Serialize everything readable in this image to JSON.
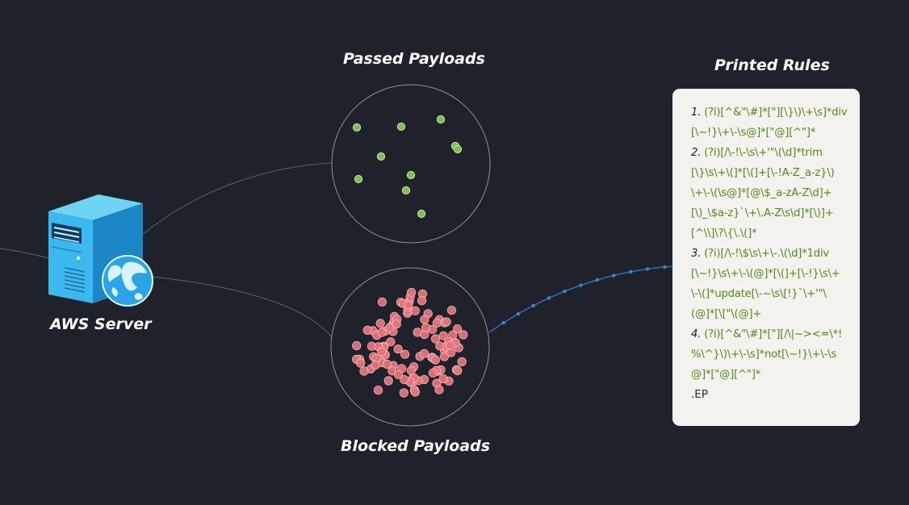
{
  "labels": {
    "passed": "Passed Payloads",
    "blocked": "Blocked Payloads",
    "rules_title": "Printed Rules",
    "server": "AWS Server"
  },
  "rules": [
    {
      "num": "1.",
      "first": "(?i)[^&\"\\#]*[\"][\\}\\)\\+\\s]*div"
    },
    {
      "text": "[\\~!}\\+\\-\\s@]*[\"@][^\"]*"
    },
    {
      "num": "2.",
      "first": "(?i)[/\\-!\\-\\s\\+'\"\\(\\d]*trim"
    },
    {
      "text": "[\\}\\s\\+\\(]*[\\(]+[\\-!A-Z_a-z}\\)"
    },
    {
      "text": "\\+\\-\\(\\s@]*[@\\$_a-zA-Z\\d]+"
    },
    {
      "text": "[\\)_\\$a-z}`\\+\\.A-Z\\s\\d]*[\\)]+"
    },
    {
      "text": "[^\\\\]\\?\\{\\.\\(]*"
    },
    {
      "num": "3.",
      "first": "(?i)[/\\-!\\$\\s\\+\\-.\\(\\d]*1div"
    },
    {
      "text": "[\\~!}\\s\\+\\-\\(@]*[\\(]+[\\-!}\\s\\+"
    },
    {
      "text": "\\-\\(]*update[\\-~\\s\\[!}`\\+'\"\\"
    },
    {
      "text": "(@]*[\\[\"\\(@]+"
    },
    {
      "num": "4.",
      "first": "(?i)[^&\"\\#]*[\"][/\\|~><=\\*!"
    },
    {
      "text": "%\\^}\\)\\+\\-\\s]*not[\\~!}\\+\\-\\s"
    },
    {
      "text": "@]*[\"@][^\"]*"
    }
  ],
  "rules_tail": ".EP",
  "colors": {
    "background": "#1f212b",
    "passed_dot": "#7cbf4d",
    "blocked_dot": "#e8747a",
    "circle_stroke": "#8e929c",
    "path": "#2f6fb5",
    "card": "#f4f2ee",
    "rule_text": "#4f8a1d"
  },
  "icons": {
    "server": "server-tower-icon",
    "globe": "globe-icon"
  }
}
